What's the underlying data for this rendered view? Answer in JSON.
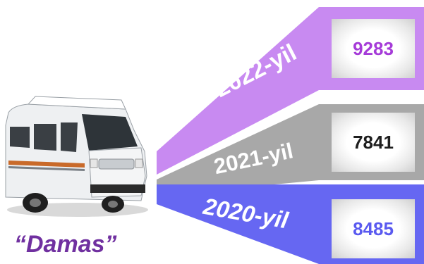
{
  "vehicle": {
    "caption": "“Damas”"
  },
  "bands": [
    {
      "year": "2022-yil",
      "value": "9283",
      "color": "#c88af1",
      "value_color": "#a53bd8"
    },
    {
      "year": "2021-yil",
      "value": "7841",
      "color": "#a8a8a8",
      "value_color": "#1e1e1e"
    },
    {
      "year": "2020-yil",
      "value": "8485",
      "color": "#6667f2",
      "value_color": "#5a5af0"
    }
  ],
  "caption_color": "#7030a0"
}
